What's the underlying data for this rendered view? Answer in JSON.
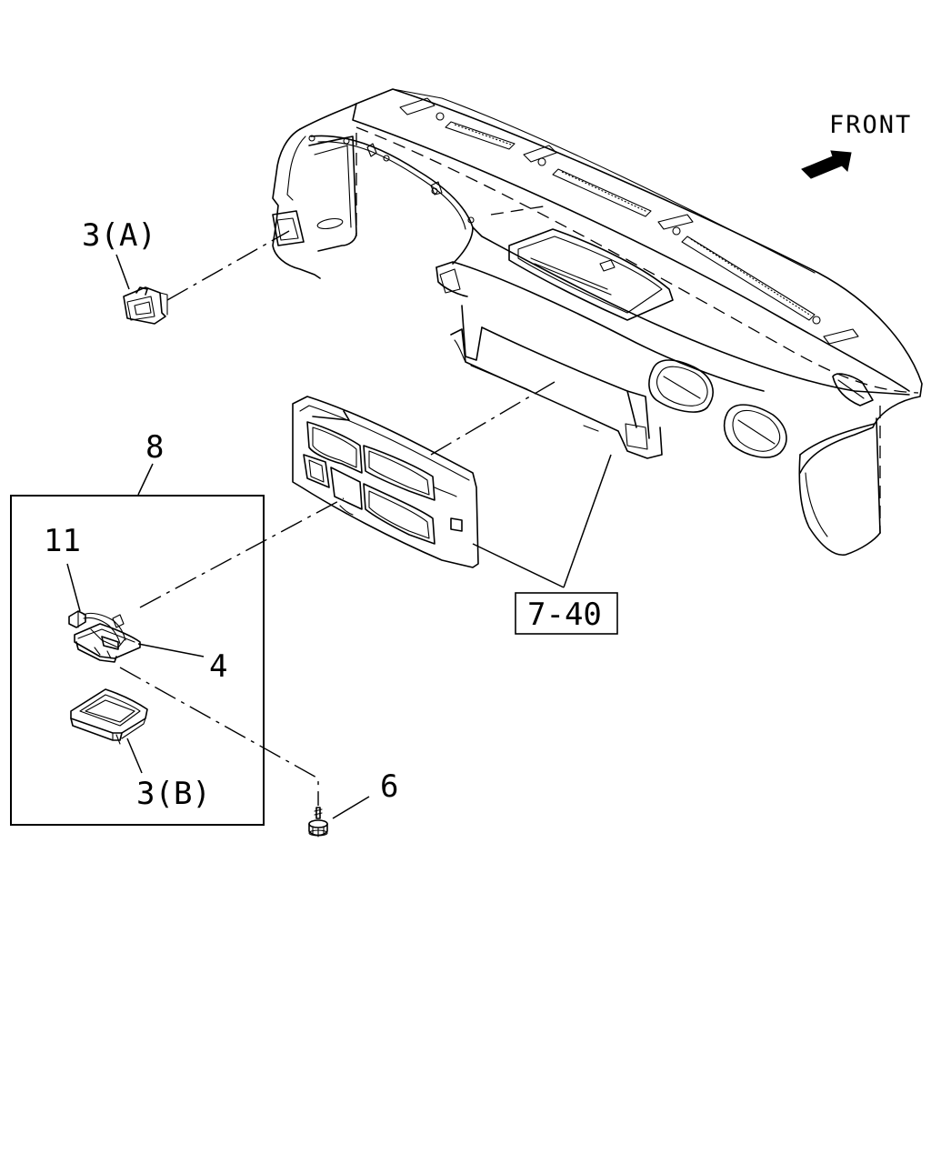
{
  "direction_label": "FRONT",
  "callouts": {
    "item_3a": "3(A)",
    "item_8": "8",
    "item_11": "11",
    "item_4": "4",
    "item_3b": "3(B)",
    "item_6": "6",
    "ref_7_40": "7-40"
  },
  "icons": {
    "direction_arrow": "front-arrow-icon"
  }
}
